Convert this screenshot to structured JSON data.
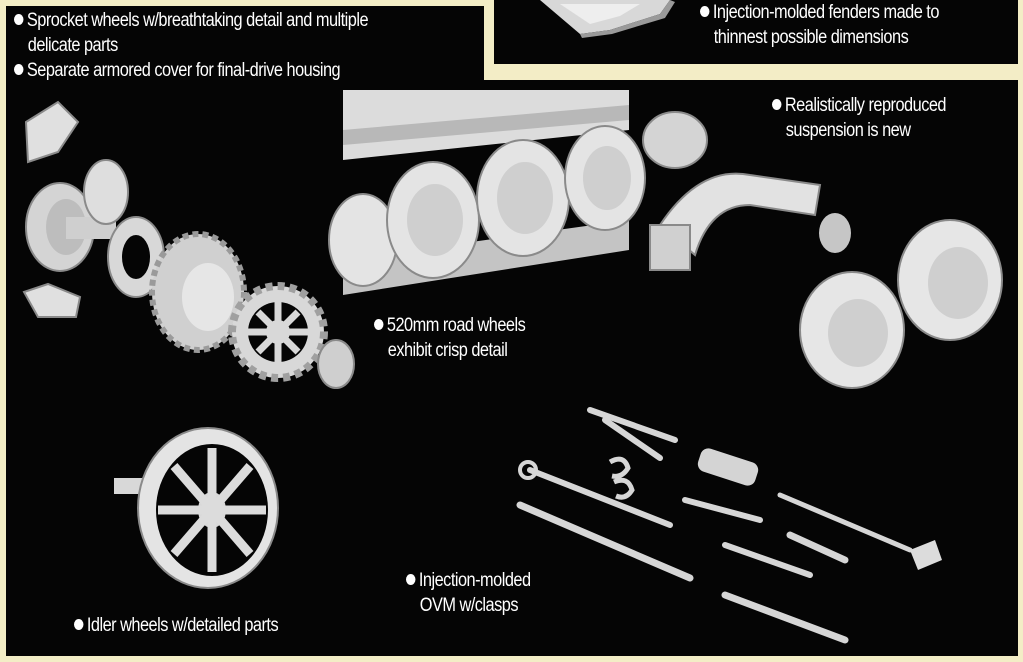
{
  "captions": {
    "sprocket": {
      "line1": "Sprocket wheels w/breathtaking detail and multiple",
      "line2": "delicate parts",
      "line3": "Separate armored cover for final-drive housing"
    },
    "fenders": {
      "line1": "Injection-molded fenders made to",
      "line2": "thinnest possible dimensions"
    },
    "suspension": {
      "line1": "Realistically reproduced",
      "line2": "suspension is new"
    },
    "road_wheels": {
      "line1": "520mm road wheels",
      "line2": "exhibit crisp detail"
    },
    "ovm": {
      "line1": "Injection-molded",
      "line2": "OVM w/clasps"
    },
    "idler": {
      "line1": "Idler wheels w/detailed parts"
    }
  },
  "colors": {
    "background": "#050505",
    "border": "#f3edc6",
    "part_light": "#e8e8e8",
    "part_mid": "#c8c8c8",
    "part_dark": "#9a9a9a",
    "text": "#ffffff"
  }
}
